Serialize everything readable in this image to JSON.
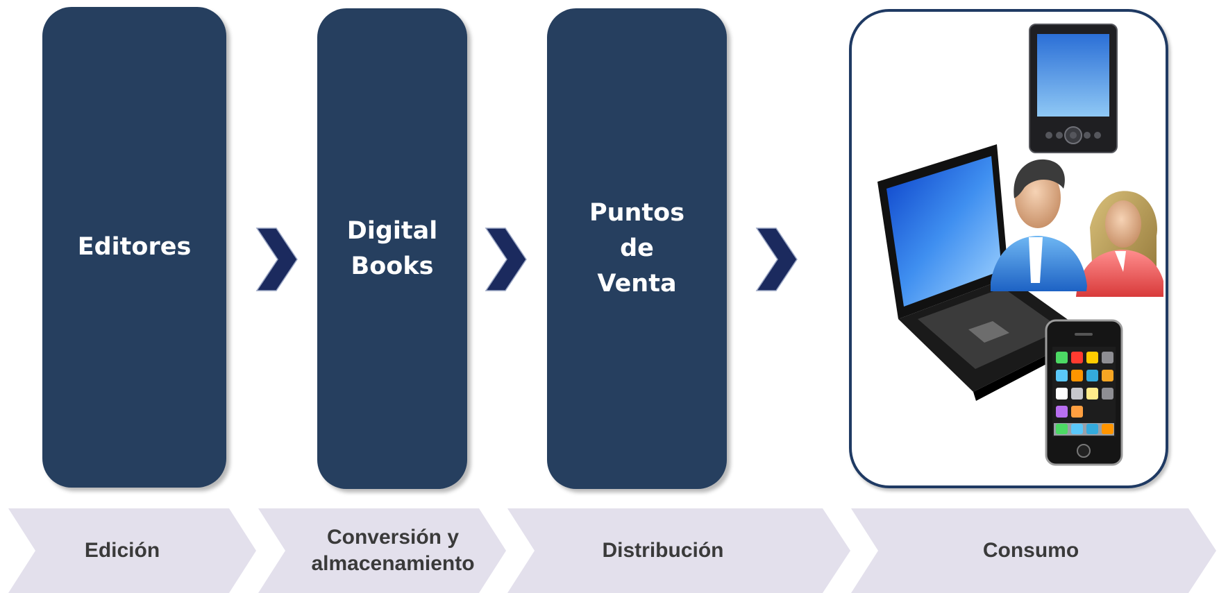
{
  "stages": {
    "editores": [
      "Editores"
    ],
    "digital_books": [
      "Digital",
      "Books"
    ],
    "puntos_venta": [
      "Puntos",
      "de",
      "Venta"
    ]
  },
  "phases": {
    "edicion": [
      "Edición"
    ],
    "conversion": [
      "Conversión y",
      "almacenamiento"
    ],
    "distribucion": [
      "Distribución"
    ],
    "consumo": [
      "Consumo"
    ]
  },
  "icons": {
    "arrow": "chevron-right-icon",
    "devices": [
      "ebook-reader-icon",
      "laptop-icon",
      "users-icon",
      "smartphone-icon"
    ]
  },
  "colors": {
    "stage_fill": "#263f5f",
    "chevron_fill": "#1b2a5e",
    "phase_fill": "#e3e0ec",
    "consumo_border": "#1f3a63"
  }
}
